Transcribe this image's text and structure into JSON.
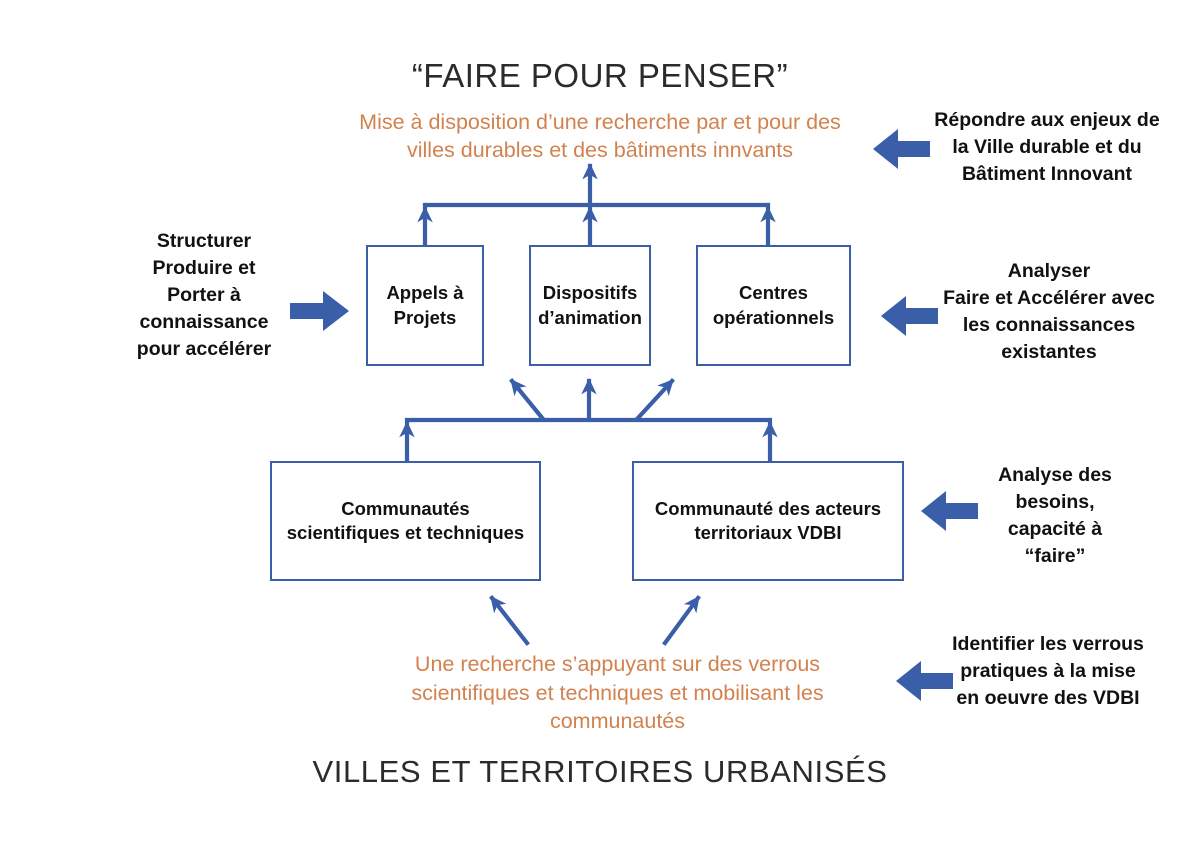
{
  "colors": {
    "blue": "#3b5ea8",
    "orange": "#d2824f",
    "text_dark": "#2b2b2b",
    "box_border": "#3b5ea8",
    "background": "#ffffff"
  },
  "header": {
    "title": "“FAIRE POUR PENSER”",
    "subtitle_line1": "Mise à disposition d’une recherche par et pour des",
    "subtitle_line2": "villes durables et des bâtiments innvants"
  },
  "boxes": {
    "top": [
      {
        "id": "appels",
        "line1": "Appels à",
        "line2": "Projets"
      },
      {
        "id": "dispositifs",
        "line1": "Dispositifs",
        "line2": "d’animation"
      },
      {
        "id": "centres",
        "line1": "Centres",
        "line2": "opérationnels"
      }
    ],
    "bottom": [
      {
        "id": "communautes",
        "line1": "Communautés",
        "line2": "scientifiques et techniques"
      },
      {
        "id": "acteurs",
        "line1": "Communauté des acteurs",
        "line2": "territoriaux VDBI"
      }
    ]
  },
  "notes": {
    "repondre": {
      "line1": "Répondre aux enjeux de",
      "line2": "la Ville durable et du",
      "line3": "Bâtiment Innovant"
    },
    "structurer": {
      "line1": "Structurer",
      "line2": "Produire et",
      "line3": "Porter à",
      "line4": "connaissance",
      "line5": "pour accélérer"
    },
    "analyser": {
      "line1": "Analyser",
      "line2": "Faire et Accélérer avec",
      "line3": "les connaissances",
      "line4": "existantes"
    },
    "besoins": {
      "line1": "Analyse des",
      "line2": "besoins,",
      "line3": "capacité à",
      "line4": "“faire”"
    },
    "verrous": {
      "line1": "Identifier les verrous",
      "line2": "pratiques à la mise",
      "line3": "en oeuvre des VDBI"
    }
  },
  "caption": {
    "line1": "Une recherche s’appuyant sur des verrous",
    "line2": "scientifiques et techniques et mobilisant les",
    "line3": "communautés"
  },
  "footer": {
    "title": "VILLES ET TERRITOIRES URBANISÉS"
  },
  "icons": {
    "arrow_left": "arrow-left-block-icon",
    "arrow_right": "arrow-right-block-icon",
    "arrow_up": "arrow-up-icon"
  }
}
